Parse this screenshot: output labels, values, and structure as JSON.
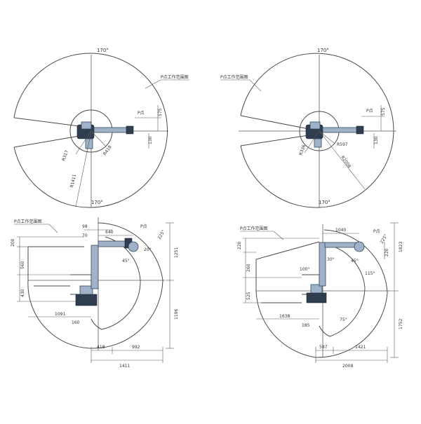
{
  "top_left": {
    "angle_top": "170°",
    "angle_bottom": "170°",
    "region_label": "P点工作范围图",
    "p_point": "P点",
    "dims": {
      "d575": "575",
      "d130": "130"
    },
    "radii": {
      "r317": "R317",
      "r418": "R418",
      "r1411": "R1411"
    }
  },
  "top_right": {
    "angle_top": "170°",
    "angle_bottom": "170°",
    "region_label": "P点工作范围图",
    "p_point": "P点",
    "dims": {
      "d575": "575",
      "d130": "130"
    },
    "radii": {
      "r336": "R336",
      "r597": "R597",
      "r2008": "R2008"
    }
  },
  "bottom_left": {
    "region_label": "P点工作范围图",
    "p_point": "P点",
    "dims": {
      "d98": "98",
      "d70": "70",
      "d640": "640",
      "d200": "200",
      "d560": "560",
      "d430": "430",
      "d1251": "1251",
      "d1196": "1196",
      "d1091": "1091",
      "d160": "160",
      "d418": "418",
      "d992": "992",
      "d1411": "1411"
    },
    "angles": {
      "a225": "225°",
      "a20": "20°",
      "a45": "45°"
    }
  },
  "bottom_right": {
    "region_label": "P点工作范围图",
    "p_point": "P点",
    "dims": {
      "d1040": "1040",
      "d220": "220",
      "d260": "260",
      "d525": "525",
      "d1823": "1823",
      "d1752": "1752",
      "d220b": "220",
      "d1638": "1638",
      "d185": "185",
      "d587": "587",
      "d1421": "1421",
      "d2008": "2008"
    },
    "angles": {
      "a225": "225°",
      "a30": "30°",
      "a45": "45°",
      "a100": "100°",
      "a115": "115°",
      "a75": "75°"
    }
  }
}
